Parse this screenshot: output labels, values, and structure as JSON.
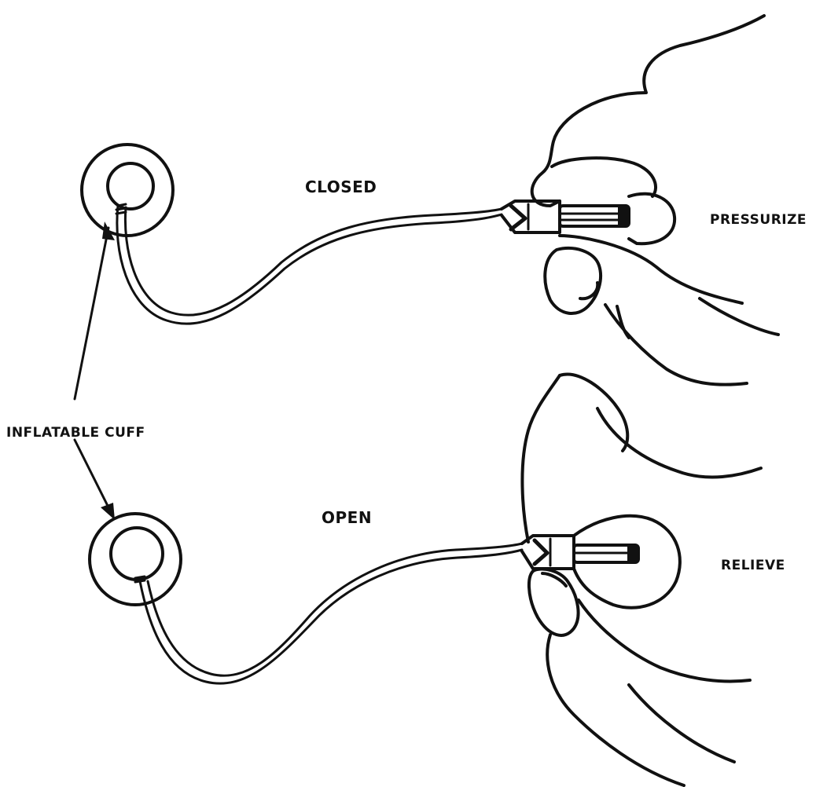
{
  "labels": {
    "closed": "CLOSED",
    "pressurize": "PRESSURIZE",
    "inflatable_cuff": "INFLATABLE CUFF",
    "open": "OPEN",
    "relieve": "RELIEVE"
  },
  "colors": {
    "ink": "#111111",
    "background": "#ffffff"
  }
}
